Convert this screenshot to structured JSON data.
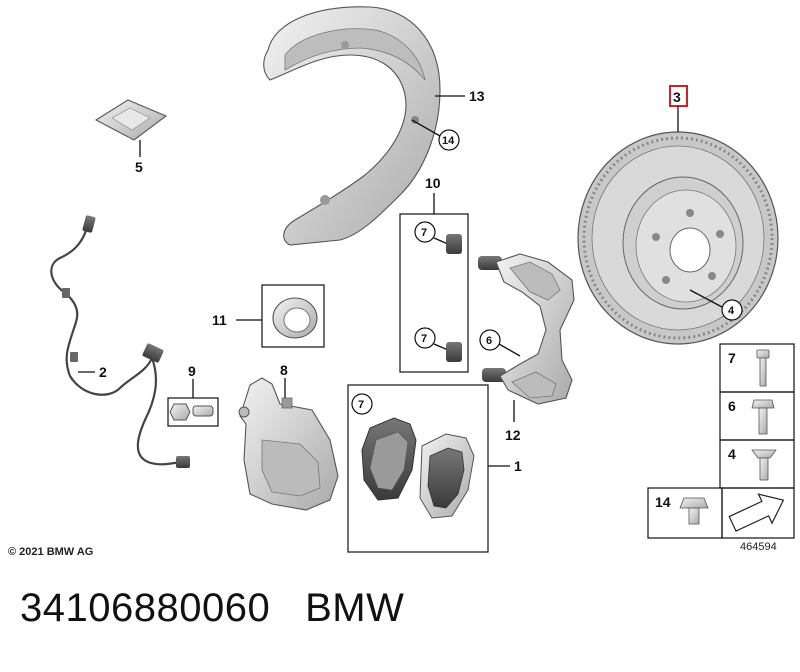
{
  "callouts": {
    "c1": "1",
    "c2": "2",
    "c3": "3",
    "c4": "4",
    "c5": "5",
    "c6": "6",
    "c7": "7",
    "c8": "8",
    "c9": "9",
    "c10": "10",
    "c11": "11",
    "c12": "12",
    "c13": "13",
    "c14": "14"
  },
  "copyright": "© 2021 BMW AG",
  "diagram_number": "464594",
  "caption": {
    "part_number": "34106880060",
    "brand": "BMW"
  },
  "colors": {
    "highlight": "#d0202a",
    "part_fill": "#d4d4d4",
    "part_stroke": "#555555"
  }
}
